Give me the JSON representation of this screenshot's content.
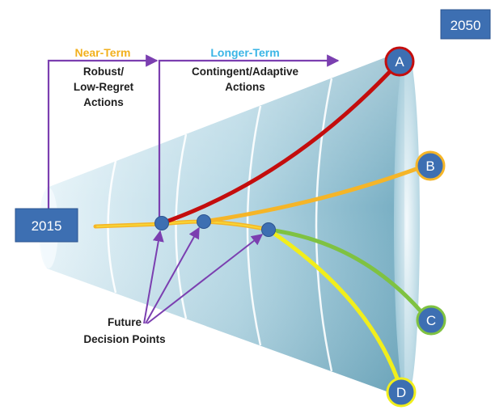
{
  "year_start": "2015",
  "year_end": "2050",
  "near_term": {
    "heading": "Near-Term",
    "line1": "Robust/",
    "line2": "Low-Regret",
    "line3": "Actions"
  },
  "longer_term": {
    "heading": "Longer-Term",
    "line1": "Contingent/Adaptive",
    "line2": "Actions"
  },
  "decision_points": {
    "line1": "Future",
    "line2": "Decision Points"
  },
  "outcomes": [
    {
      "letter": "A",
      "path_color": "#c40d0d"
    },
    {
      "letter": "B",
      "path_color": "#f5b528"
    },
    {
      "letter": "C",
      "path_color": "#7fc241"
    },
    {
      "letter": "D",
      "path_color": "#f1ee1c"
    }
  ],
  "colors": {
    "box_fill": "#3d6fb2",
    "node_fill": "#3d6fb2",
    "arrow_purple": "#7b3fb0",
    "cone_light": "#e6f3f8",
    "cone_dark": "#7fb4c7"
  }
}
